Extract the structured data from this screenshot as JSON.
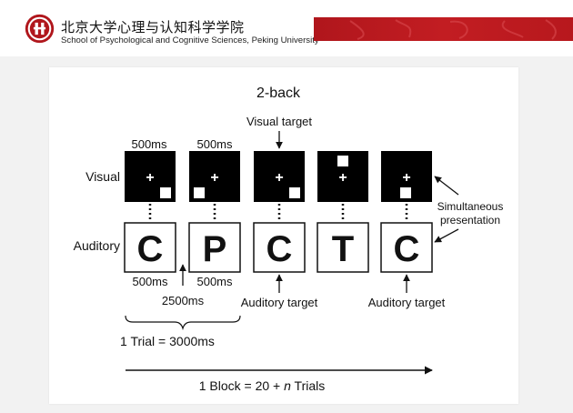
{
  "header": {
    "title_cn": "北京大学心理与认知科学学院",
    "title_en": "School of Psychological and Cognitive Sciences, Peking University"
  },
  "diagram": {
    "title": "2-back",
    "label_visual": "Visual",
    "label_auditory": "Auditory",
    "visual_target": "Visual target",
    "duration_1": "500ms",
    "duration_2": "500ms",
    "bottom_duration_1": "500ms",
    "bottom_duration_2": "500ms",
    "isi": "2500ms",
    "auditory_target_1": "Auditory target",
    "auditory_target_2": "Auditory target",
    "simultaneous_1": "Simultaneous",
    "simultaneous_2": "presentation",
    "trial": "1 Trial = 3000ms",
    "block_prefix": "1 Block = 20 + ",
    "block_n": "n",
    "block_suffix": " Trials",
    "letters": [
      "C",
      "P",
      "C",
      "T",
      "C"
    ]
  },
  "colors": {
    "brand_red": "#b0161c",
    "stimulus_black": "#000000"
  }
}
